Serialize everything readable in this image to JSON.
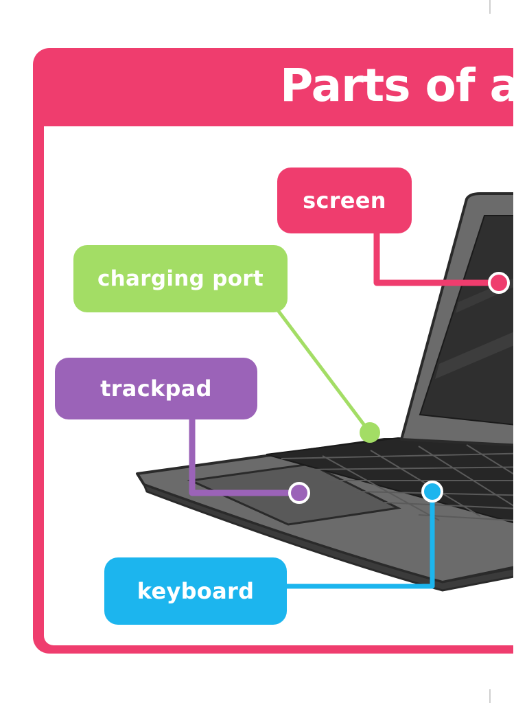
{
  "poster": {
    "title": "Parts of a",
    "accent_color": "#ef3d6e"
  },
  "labels": {
    "screen": {
      "text": "screen",
      "color": "#ef3d6e"
    },
    "charging_port": {
      "text": "charging port",
      "color": "#a3dd65"
    },
    "trackpad": {
      "text": "trackpad",
      "color": "#9b63b8"
    },
    "keyboard": {
      "text": "keyboard",
      "color": "#1cb5ee"
    }
  }
}
